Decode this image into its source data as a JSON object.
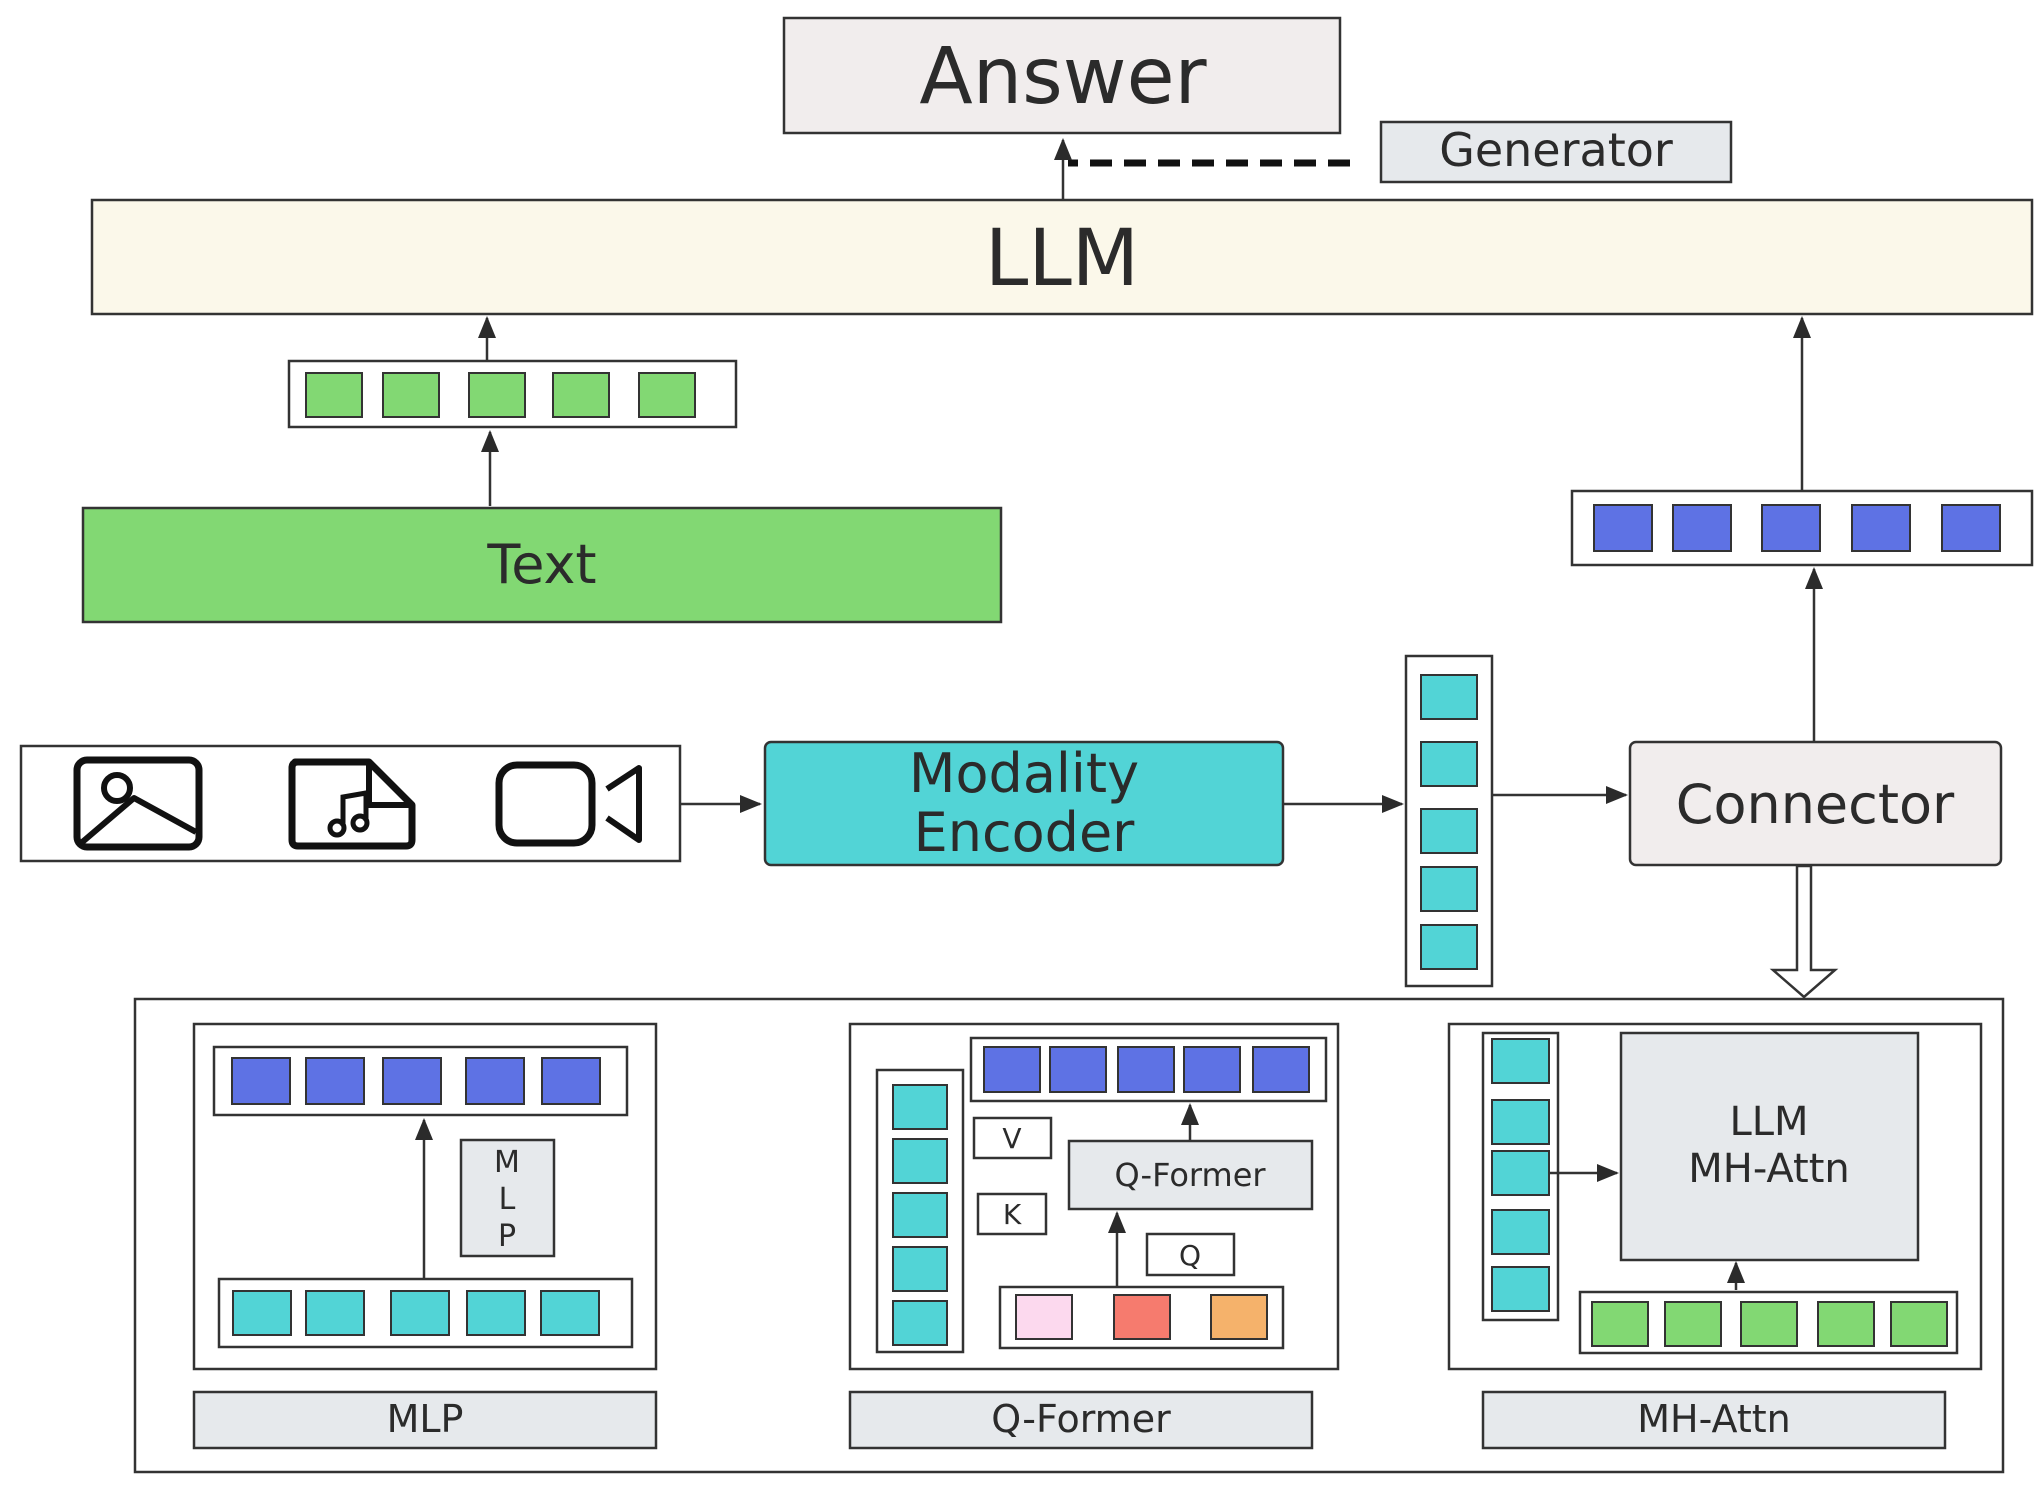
{
  "nodes": {
    "answer": "Answer",
    "generator": "Generator",
    "llm": "LLM",
    "text": "Text",
    "modality_encoder": [
      "Modality",
      "Encoder"
    ],
    "connector": "Connector"
  },
  "inputs": {
    "icons": [
      "image-icon",
      "audio-file-icon",
      "video-camera-icon"
    ]
  },
  "panels": {
    "mlp": {
      "caption": "MLP",
      "block": [
        "M",
        "L",
        "P"
      ]
    },
    "qformer": {
      "caption": "Q-Former",
      "block": "Q-Former",
      "v": "V",
      "k": "K",
      "q": "Q"
    },
    "mhattn": {
      "caption": "MH-Attn",
      "block": [
        "LLM",
        "MH-Attn"
      ]
    }
  },
  "colors": {
    "green_token": "#82d873",
    "blue_token": "#5e72e4",
    "cyan_token": "#52d4d6",
    "llm_fill": "#fbf8ea",
    "answer_fill": "#f1eded",
    "gray_fill": "#e6e9ec",
    "pink": "#fcd9ee",
    "red": "#f67b6e",
    "orange": "#f5b26b"
  }
}
